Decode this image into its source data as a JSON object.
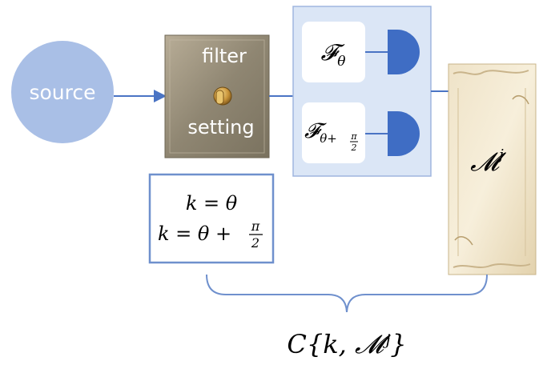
{
  "source": {
    "label": "source",
    "color": "#a9bfe6"
  },
  "filter": {
    "label_top": "filter",
    "label_bottom": "setting",
    "icon": "toggle-switch-icon"
  },
  "settings": {
    "line1": "k = θ",
    "line2_prefix": "k = θ + ",
    "line2_num": "π",
    "line2_den": "2"
  },
  "measurements": {
    "top_label": "θ",
    "bottom_sub": "θ+",
    "bottom_frac_num": "π",
    "bottom_frac_den": "2",
    "script_F": "𝓕",
    "detector_color": "#3f6dc4",
    "panel_color": "#dbe6f6"
  },
  "record": {
    "label_base": "𝓜",
    "label_sup": "j",
    "icon": "parchment-scroll-icon"
  },
  "collection": {
    "label": "C{k, 𝓜ʲ}"
  },
  "colors": {
    "arrow": "#4a74c4",
    "bracket": "#6f90cd"
  }
}
